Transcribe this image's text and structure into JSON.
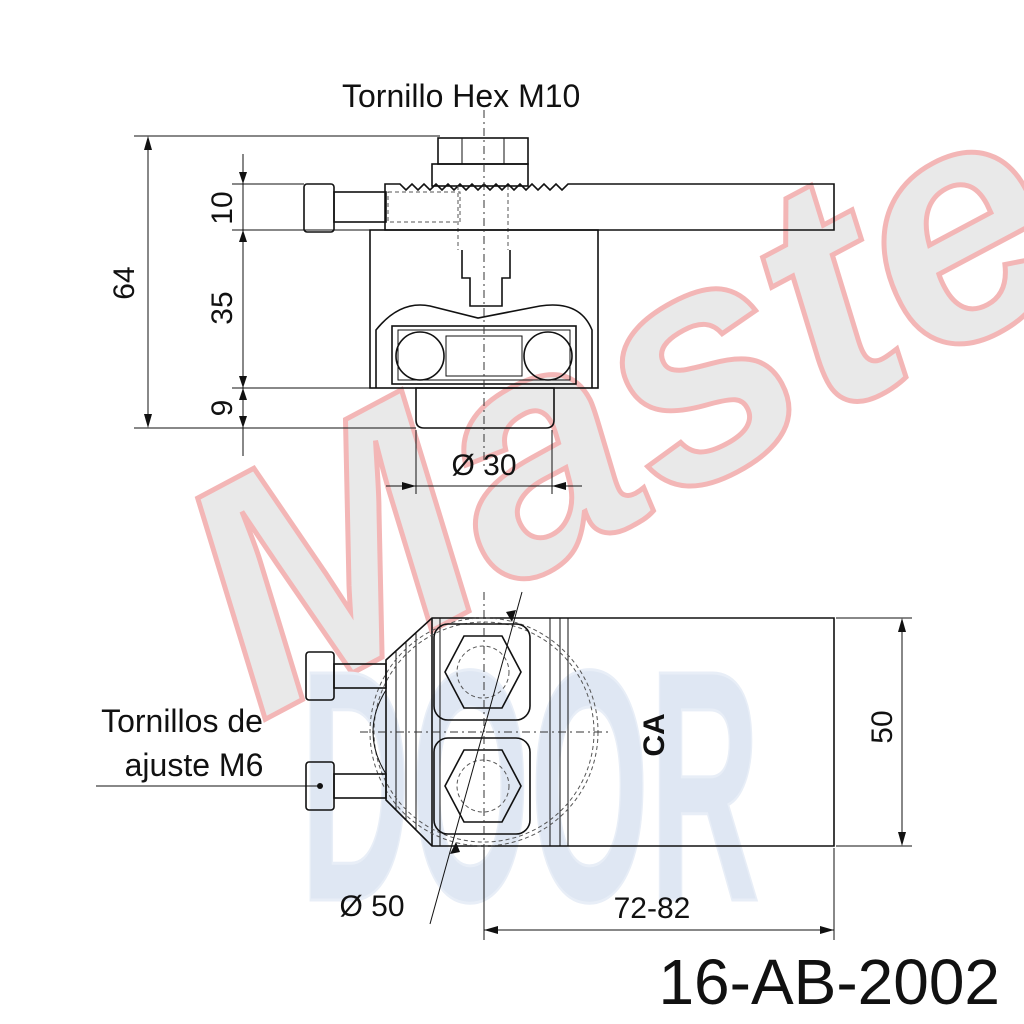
{
  "drawing": {
    "labels": {
      "bolt": "Tornillo Hex M10",
      "adjust_line1": "Tornillos de",
      "adjust_line2": "ajuste M6",
      "part_number": "16-AB-2002",
      "logo": "CA"
    },
    "dimensions": {
      "overall_height": "64",
      "top_plate": "10",
      "body": "35",
      "roller_height": "9",
      "roller_diameter": "Ø 30",
      "wheel_diameter": "Ø 50",
      "width": "50",
      "length": "72-82"
    },
    "watermark": {
      "text_top": "Master",
      "text_bottom": "DOOR",
      "colors": {
        "red_outline": "#f3b6b6",
        "grey_fill": "#e9e9e9",
        "blue_fill": "#dfe7f3"
      }
    }
  }
}
